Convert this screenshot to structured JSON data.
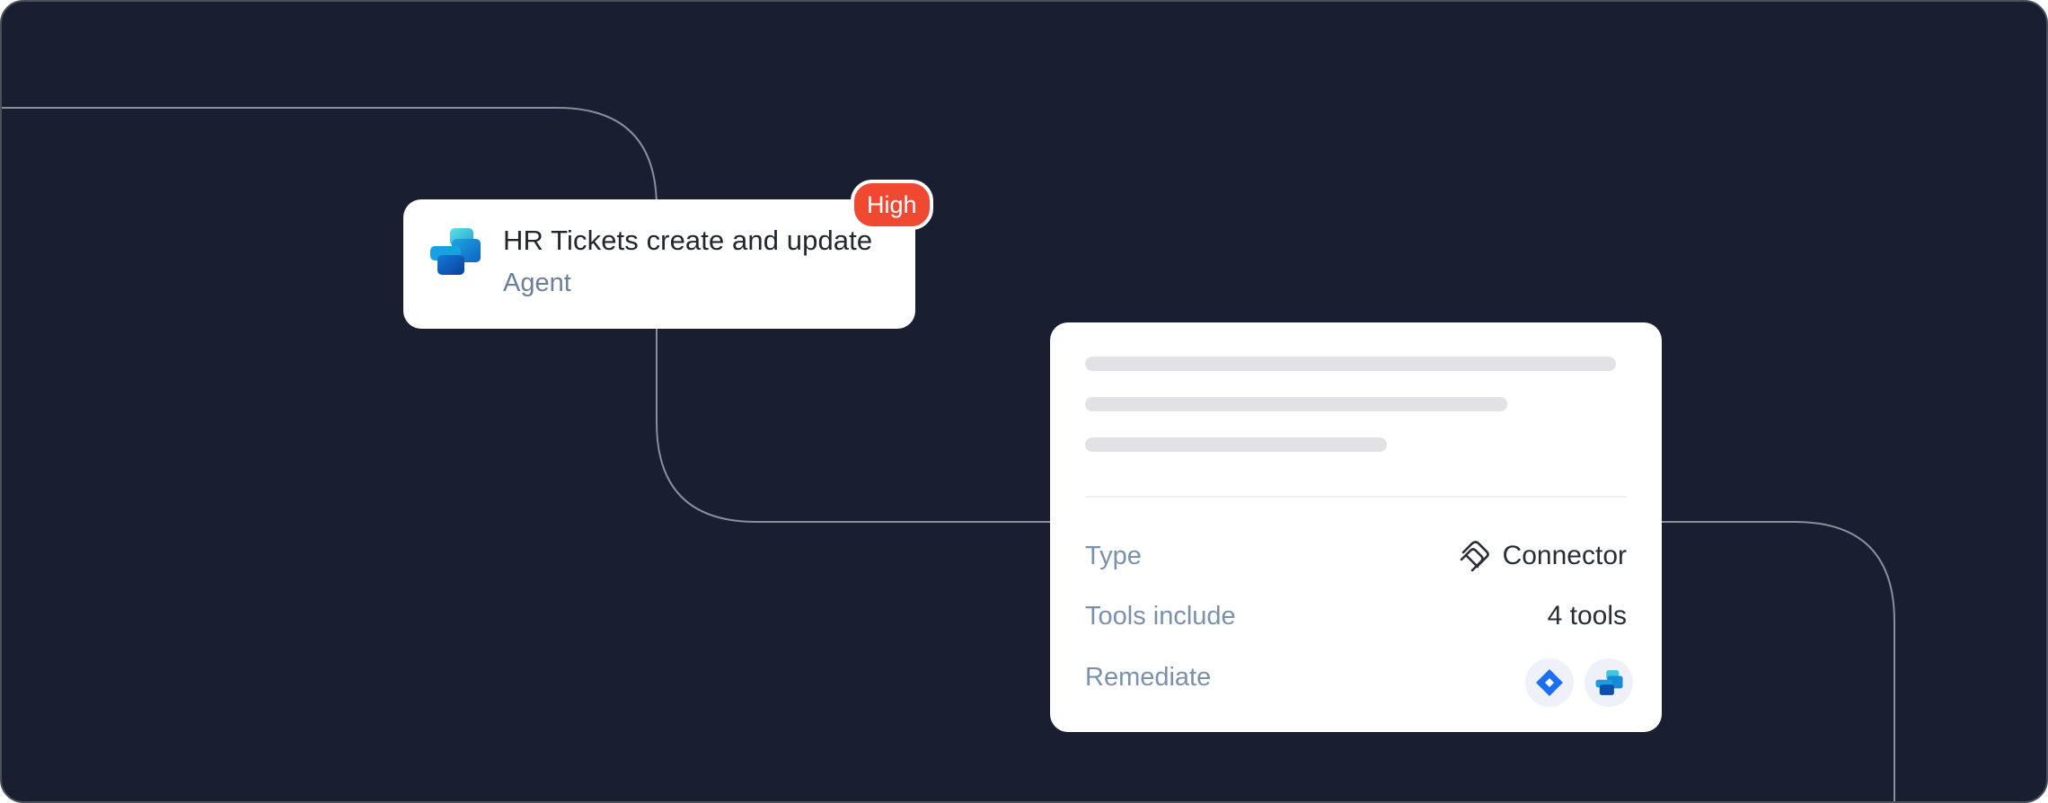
{
  "agent": {
    "title": "HR Tickets create and update",
    "subtitle": "Agent",
    "icon": "copilot-studio-icon",
    "risk_badge": "High"
  },
  "details": {
    "rows": [
      {
        "label": "Type",
        "value": "Connector",
        "icon": "connector-icon"
      },
      {
        "label": "Tools include",
        "value": "4 tools"
      },
      {
        "label": "Remediate",
        "icons": [
          "jira-icon",
          "copilot-studio-icon"
        ]
      }
    ]
  },
  "colors": {
    "background": "#191e30",
    "card": "#ffffff",
    "badge": "#ef4932",
    "muted_text": "#7b90ab",
    "skeleton": "#e2e1e6",
    "connector_line": "#8a8f9c"
  }
}
